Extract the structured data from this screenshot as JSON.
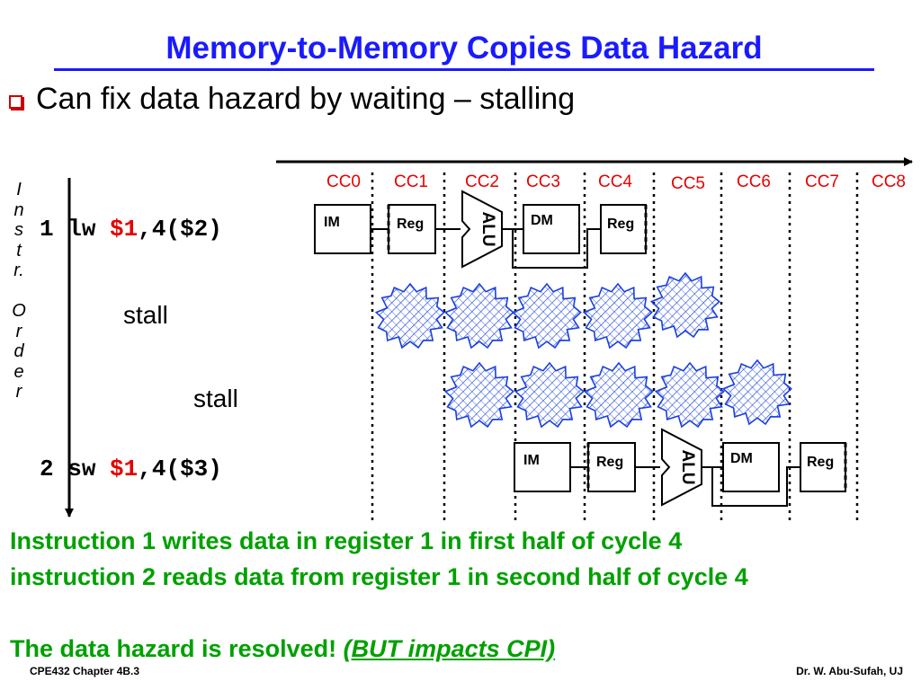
{
  "slide": {
    "title": "Memory-to-Memory Copies Data Hazard",
    "bullet": "Can fix data hazard by waiting – stalling",
    "order_letters": [
      "I",
      "n",
      "s",
      "t",
      "r.",
      "",
      "O",
      "r",
      "d",
      "e",
      "r"
    ]
  },
  "diagram": {
    "clock_cycles": [
      "CC0",
      "CC1",
      "CC2",
      "CC3",
      "CC4",
      "CC5",
      "CC6",
      "CC7",
      "CC8"
    ],
    "instructions": [
      {
        "num": "1",
        "op": "lw",
        "reg": "$1",
        "rest": ",4($2)"
      },
      {
        "num": "2",
        "op": "sw",
        "reg": "$1",
        "rest": ",4($3)"
      }
    ],
    "stall_label": "stall",
    "stages": {
      "im": "IM",
      "reg": "Reg",
      "alu": "ALU",
      "dm": "DM"
    }
  },
  "notes": {
    "line1": "Instruction 1 writes data in register 1 in first half of cycle 4",
    "line2": "instruction 2 reads data from register 1 in second half of cycle 4",
    "line3": "The data hazard is resolved! ",
    "line3_emph": "(BUT impacts CPI)"
  },
  "footer": {
    "left": "CPE432  Chapter 4B.3",
    "right": "Dr. W. Abu-Sufah, UJ"
  },
  "colors": {
    "title": "#1a1aff",
    "cc_label": "#e60000",
    "register": "#e60000",
    "note": "#00a000",
    "bubble": "#1a40e0"
  }
}
